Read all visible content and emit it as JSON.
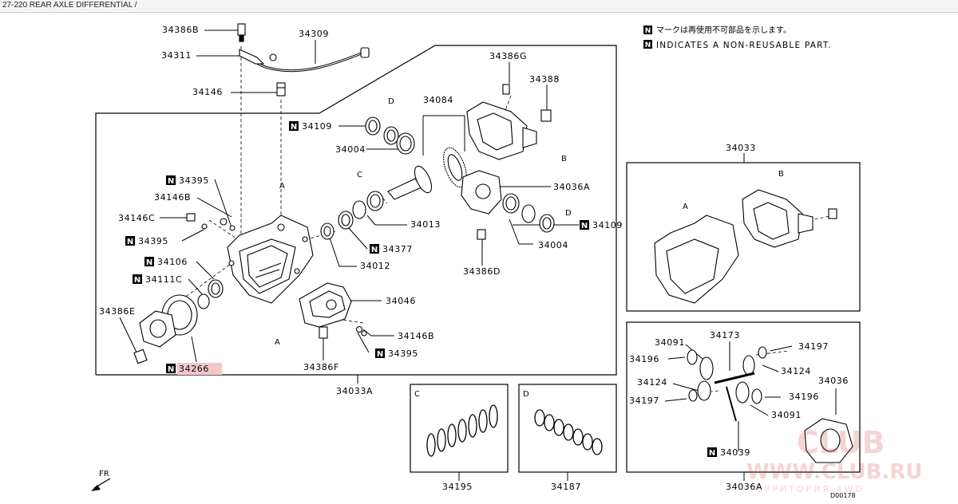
{
  "header": {
    "title": "27-220  REAR AXLE DIFFERENTIAL /"
  },
  "legend": {
    "line_jp": "マークは再使用不可部品を示します。",
    "line_en": "INDICATES A NON-REUSABLE PART.",
    "symbol": "N"
  },
  "callouts": [
    {
      "id": "c1",
      "text": "34386B",
      "n": false,
      "hl": false
    },
    {
      "id": "c2",
      "text": "34309",
      "n": false,
      "hl": false
    },
    {
      "id": "c3",
      "text": "34311",
      "n": false,
      "hl": false
    },
    {
      "id": "c4",
      "text": "34146",
      "n": false,
      "hl": false
    },
    {
      "id": "c5",
      "text": "34386G",
      "n": false,
      "hl": false
    },
    {
      "id": "c6",
      "text": "34388",
      "n": false,
      "hl": false
    },
    {
      "id": "c7",
      "text": "34084",
      "n": false,
      "hl": false
    },
    {
      "id": "c8",
      "text": "34109",
      "n": true,
      "hl": false
    },
    {
      "id": "c9",
      "text": "34004",
      "n": false,
      "hl": false
    },
    {
      "id": "c10",
      "text": "34395",
      "n": true,
      "hl": false
    },
    {
      "id": "c11",
      "text": "34146B",
      "n": false,
      "hl": false
    },
    {
      "id": "c12",
      "text": "34146C",
      "n": false,
      "hl": false
    },
    {
      "id": "c13",
      "text": "34036A",
      "n": false,
      "hl": false
    },
    {
      "id": "c14",
      "text": "34109",
      "n": true,
      "hl": false
    },
    {
      "id": "c15",
      "text": "34013",
      "n": false,
      "hl": false
    },
    {
      "id": "c16",
      "text": "34395",
      "n": true,
      "hl": false
    },
    {
      "id": "c17",
      "text": "34377",
      "n": true,
      "hl": false
    },
    {
      "id": "c18",
      "text": "34004",
      "n": false,
      "hl": false
    },
    {
      "id": "c19",
      "text": "34106",
      "n": true,
      "hl": false
    },
    {
      "id": "c20",
      "text": "34012",
      "n": false,
      "hl": false
    },
    {
      "id": "c21",
      "text": "34111C",
      "n": true,
      "hl": false
    },
    {
      "id": "c22",
      "text": "34386D",
      "n": false,
      "hl": false
    },
    {
      "id": "c23",
      "text": "34046",
      "n": false,
      "hl": false
    },
    {
      "id": "c24",
      "text": "34386E",
      "n": false,
      "hl": false
    },
    {
      "id": "c25",
      "text": "34146B",
      "n": false,
      "hl": false
    },
    {
      "id": "c26",
      "text": "34395",
      "n": true,
      "hl": false
    },
    {
      "id": "c27",
      "text": "34266",
      "n": true,
      "hl": true
    },
    {
      "id": "c28",
      "text": "34386F",
      "n": false,
      "hl": false
    },
    {
      "id": "c29",
      "text": "34033A",
      "n": false,
      "hl": false
    },
    {
      "id": "c30",
      "text": "34033",
      "n": false,
      "hl": false
    },
    {
      "id": "c31",
      "text": "34091",
      "n": false,
      "hl": false
    },
    {
      "id": "c32",
      "text": "34173",
      "n": false,
      "hl": false
    },
    {
      "id": "c33",
      "text": "34197",
      "n": false,
      "hl": false
    },
    {
      "id": "c34",
      "text": "34196",
      "n": false,
      "hl": false
    },
    {
      "id": "c35",
      "text": "34124",
      "n": false,
      "hl": false
    },
    {
      "id": "c36",
      "text": "34124",
      "n": false,
      "hl": false
    },
    {
      "id": "c37",
      "text": "34036",
      "n": false,
      "hl": false
    },
    {
      "id": "c38",
      "text": "34197",
      "n": false,
      "hl": false
    },
    {
      "id": "c39",
      "text": "34196",
      "n": false,
      "hl": false
    },
    {
      "id": "c40",
      "text": "34091",
      "n": false,
      "hl": false
    },
    {
      "id": "c41",
      "text": "34039",
      "n": true,
      "hl": false
    },
    {
      "id": "c42",
      "text": "34195",
      "n": false,
      "hl": false
    },
    {
      "id": "c43",
      "text": "34187",
      "n": false,
      "hl": false
    },
    {
      "id": "c44",
      "text": "34036A",
      "n": false,
      "hl": false
    }
  ],
  "letter_marks": [
    {
      "id": "l1",
      "text": "D"
    },
    {
      "id": "l2",
      "text": "B"
    },
    {
      "id": "l3",
      "text": "C"
    },
    {
      "id": "l4",
      "text": "A"
    },
    {
      "id": "l5",
      "text": "D"
    },
    {
      "id": "l6",
      "text": "A"
    },
    {
      "id": "l7",
      "text": "A"
    },
    {
      "id": "l8",
      "text": "B"
    },
    {
      "id": "l9",
      "text": "C"
    },
    {
      "id": "l10",
      "text": "D"
    }
  ],
  "fr_label": "FR",
  "figure_code": "D00178",
  "watermark": {
    "line1": "CLUB",
    "line2": "WWW.CLUB.RU",
    "line3": "ТЕРРИТОРИЯ 4WD"
  }
}
